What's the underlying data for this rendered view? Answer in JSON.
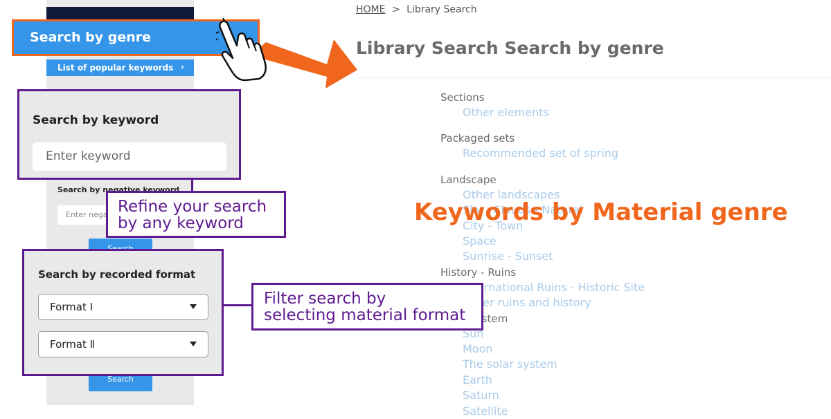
{
  "breadcrumb": {
    "home": "HOME",
    "separator": ">",
    "current": "Library Search"
  },
  "page_title": "Library Search Search by genre",
  "sidebar": {
    "genre_button": "Search by genre",
    "popular_keywords": "List of popular keywords",
    "popular_chevron": "›",
    "keyword_title": "Search by keyword",
    "keyword_placeholder": "Enter keyword",
    "negative_label": "Search by negative keyword",
    "negative_placeholder": "Enter negative keyword",
    "search_button": "Search",
    "format_title": "Search by recorded format",
    "format_1": "Format Ⅰ",
    "format_2": "Format Ⅱ",
    "bottom_search_button": "Search"
  },
  "annotations": {
    "refine_line1": "Refine your search",
    "refine_line2": "by any keyword",
    "filter_line1": "Filter search by",
    "filter_line2": "selecting material format",
    "genre_label": "Keywords by Material genre"
  },
  "genres": {
    "c0": "Sections",
    "c0_i0": "Other elements",
    "c1": "Packaged sets",
    "c1_i0": "Recommended set of spring",
    "c2": "Landscape",
    "c2_i0": "Other landscapes",
    "c2_i1": "Sky - Clouds - Natural",
    "c2_i2": "City - Town",
    "c2_i3": "Space",
    "c2_i4": "Sunrise - Sunset",
    "c3": "History - Ruins",
    "c3_i0": "International Ruins - Historic Site",
    "c3_i1": "Other ruins and history",
    "c4": "Solar system",
    "c4_i0": "Sun",
    "c4_i1": "Moon",
    "c4_i2": "The solar system",
    "c4_i3": "Earth",
    "c4_i4": "Saturn",
    "c4_i5": "Satellite"
  },
  "colors": {
    "accent_orange": "#f0661d",
    "accent_purple": "#5e1a8f",
    "button_blue": "#3595e9",
    "link_blue": "#a9cbea"
  }
}
